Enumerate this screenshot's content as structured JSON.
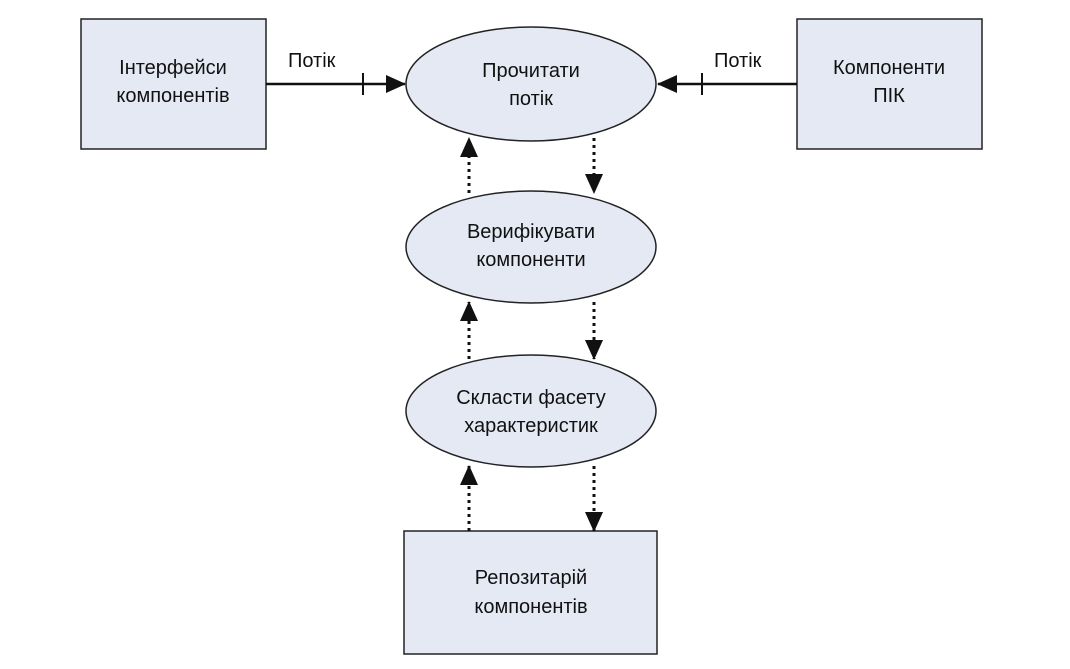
{
  "diagram": {
    "colors": {
      "node_fill": "#E4E9F4",
      "stroke": "#222222",
      "text": "#111111"
    },
    "nodes": {
      "component_interfaces": {
        "line1": "Інтерфейси",
        "line2": "компонентів"
      },
      "pik_components": {
        "line1": "Компоненти",
        "line2": "ПІК"
      },
      "read_stream": {
        "line1": "Прочитати",
        "line2": "потік"
      },
      "verify_components": {
        "line1": "Верифікувати",
        "line2": "компоненти"
      },
      "build_facet": {
        "line1": "Скласти фасету",
        "line2": "характеристик"
      },
      "repository": {
        "line1": "Репозитарій",
        "line2": "компонентів"
      }
    },
    "edges": {
      "left_flow_label": "Потік",
      "right_flow_label": "Потік"
    }
  }
}
